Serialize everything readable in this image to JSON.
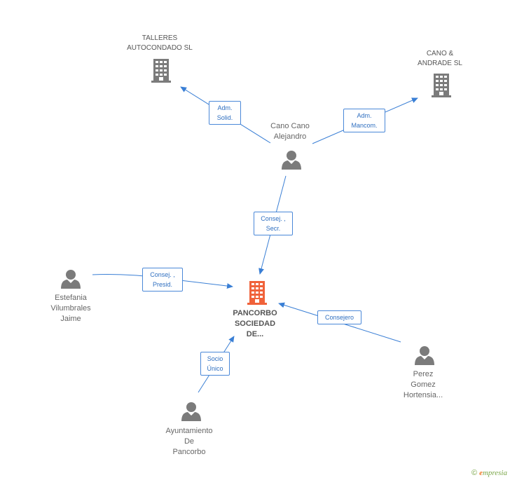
{
  "colors": {
    "edge": "#3a7fd5",
    "person": "#7b7b7b",
    "company": "#7b7b7b",
    "main_company": "#f0623a"
  },
  "nodes": {
    "talleres": {
      "label_line1": "TALLERES",
      "label_line2": "AUTOCONDADO SL",
      "icon": "building-icon"
    },
    "cano_andrade": {
      "label_line1": "CANO &",
      "label_line2": "ANDRADE SL",
      "icon": "building-icon"
    },
    "cano_alejandro": {
      "label_line1": "Cano Cano",
      "label_line2": "Alejandro",
      "icon": "person-icon"
    },
    "pancorbo": {
      "label_line1": "PANCORBO",
      "label_line2": "SOCIEDAD",
      "label_line3": "DE...",
      "icon": "building-icon"
    },
    "estefania": {
      "label_line1": "Estefania",
      "label_line2": "Vilumbrales",
      "label_line3": "Jaime",
      "icon": "person-icon"
    },
    "perez": {
      "label_line1": "Perez",
      "label_line2": "Gomez",
      "label_line3": "Hortensia...",
      "icon": "person-icon"
    },
    "ayuntamiento": {
      "label_line1": "Ayuntamiento",
      "label_line2": "De",
      "label_line3": "Pancorbo",
      "icon": "person-icon"
    }
  },
  "edges": {
    "adm_solid": {
      "line1": "Adm.",
      "line2": "Solid."
    },
    "adm_mancom": {
      "line1": "Adm.",
      "line2": "Mancom."
    },
    "consej_secr": {
      "line1": "Consej. ,",
      "line2": "Secr."
    },
    "consej_presid": {
      "line1": "Consej. ,",
      "line2": "Presid."
    },
    "consejero": {
      "line1": "Consejero"
    },
    "socio_unico": {
      "line1": "Socio",
      "line2": "Único"
    }
  },
  "footer": {
    "copyright": "©",
    "brand_first": "e",
    "brand_rest": "mpresia"
  }
}
